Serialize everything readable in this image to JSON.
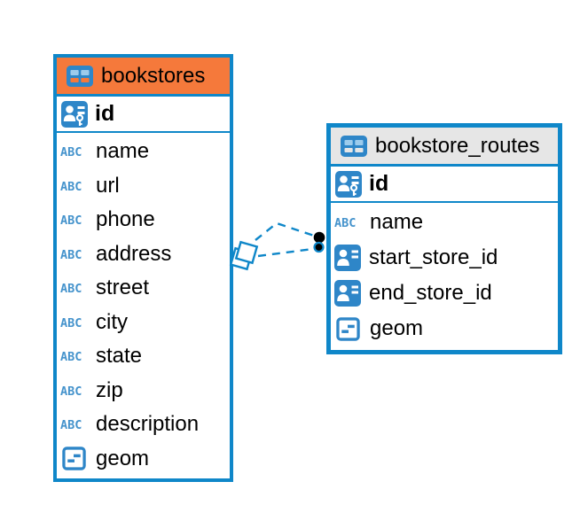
{
  "icons": {
    "abc_label": "ABC"
  },
  "colors": {
    "accent_blue": "#0F87C9",
    "bookstores_header_bg": "#F5793B",
    "routes_header_bg": "#E6E6E6",
    "icon_fill_blue": "#2E86C8",
    "text_type_icon_blue": "#4593CC",
    "relationship_dot": "#000000"
  },
  "tables": [
    {
      "title": "bookstores",
      "header_color": "#F5793B",
      "primary_key": {
        "label": "id",
        "icon": "person-key-icon"
      },
      "columns": [
        {
          "label": "name",
          "icon": "abc-text-icon"
        },
        {
          "label": "url",
          "icon": "abc-text-icon"
        },
        {
          "label": "phone",
          "icon": "abc-text-icon"
        },
        {
          "label": "address",
          "icon": "abc-text-icon"
        },
        {
          "label": "street",
          "icon": "abc-text-icon"
        },
        {
          "label": "city",
          "icon": "abc-text-icon"
        },
        {
          "label": "state",
          "icon": "abc-text-icon"
        },
        {
          "label": "zip",
          "icon": "abc-text-icon"
        },
        {
          "label": "description",
          "icon": "abc-text-icon"
        },
        {
          "label": "geom",
          "icon": "geometry-icon"
        }
      ]
    },
    {
      "title": "bookstore_routes",
      "header_color": "#E6E6E6",
      "primary_key": {
        "label": "id",
        "icon": "person-key-icon"
      },
      "columns": [
        {
          "label": "name",
          "icon": "abc-text-icon"
        },
        {
          "label": "start_store_id",
          "icon": "person-reference-icon"
        },
        {
          "label": "end_store_id",
          "icon": "person-reference-icon"
        },
        {
          "label": "geom",
          "icon": "geometry-icon"
        }
      ]
    }
  ],
  "relationships": [
    {
      "from_table": "bookstores",
      "to_table": "bookstore_routes",
      "line_style": "dashed",
      "source_marker": "diamond",
      "target_marker": "dot"
    },
    {
      "from_table": "bookstores",
      "to_table": "bookstore_routes",
      "line_style": "dashed",
      "source_marker": "diamond",
      "target_marker": "dot"
    }
  ]
}
